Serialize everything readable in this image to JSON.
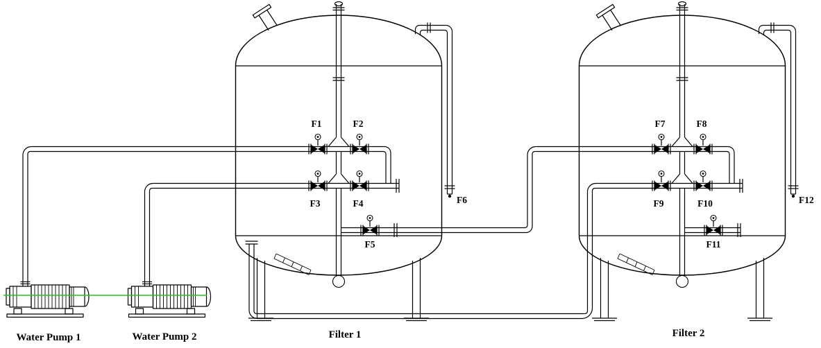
{
  "diagram": {
    "type": "piping-schematic",
    "equipment": {
      "pump1": "Water Pump 1",
      "pump2": "Water Pump 2",
      "filter1": "Filter 1",
      "filter2": "Filter 2"
    },
    "valves": {
      "f1": "F1",
      "f2": "F2",
      "f3": "F3",
      "f4": "F4",
      "f5": "F5",
      "f6": "F6",
      "f7": "F7",
      "f8": "F8",
      "f9": "F9",
      "f10": "F10",
      "f11": "F11",
      "f12": "F12"
    },
    "colors": {
      "line": "#000000",
      "centerline": "#21c421",
      "background": "#ffffff"
    }
  }
}
